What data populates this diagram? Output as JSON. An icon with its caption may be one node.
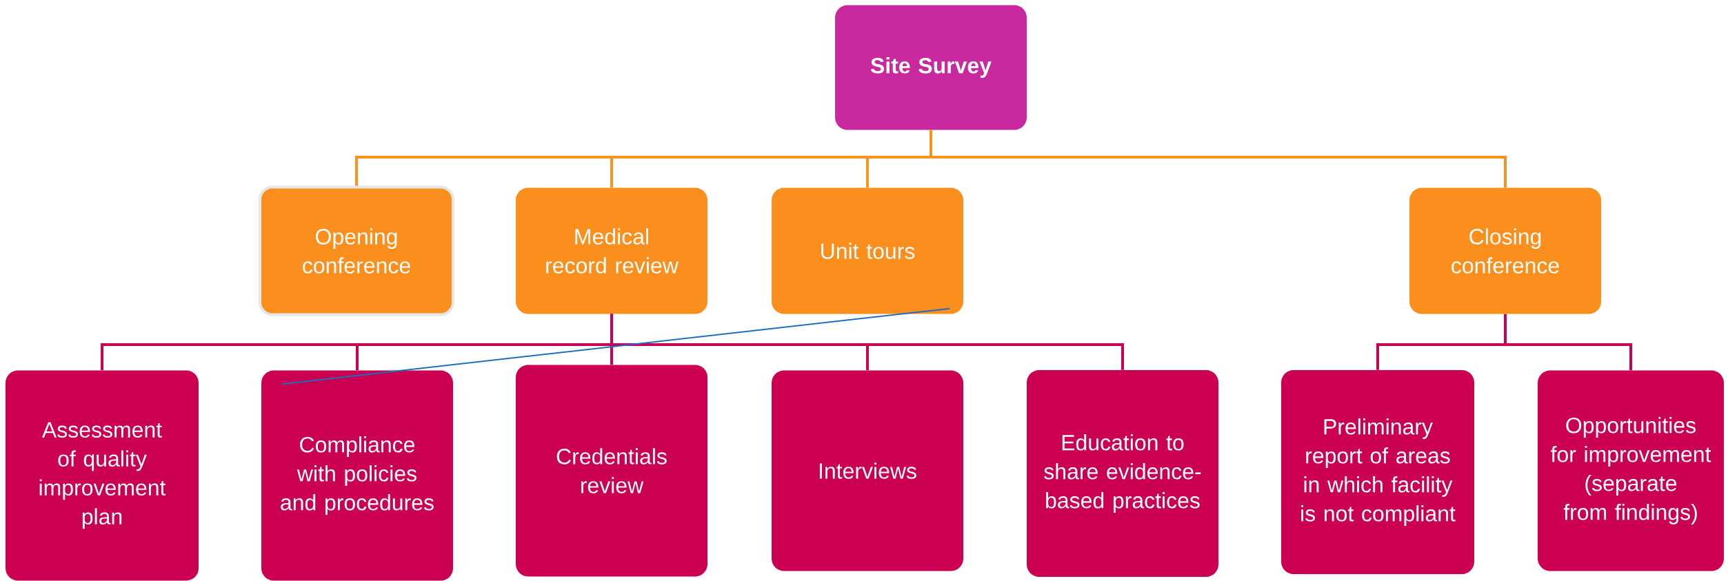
{
  "diagram": {
    "nodes": [
      {
        "text": [
          "Site Survey"
        ]
      },
      {
        "text": [
          "Opening conference"
        ]
      },
      {
        "text": [
          "Medical record review"
        ]
      },
      {
        "text": [
          "Unit tours"
        ]
      },
      {
        "text": [
          "Closing conference"
        ]
      },
      {
        "text": [
          "Assessment of quality improvement plan"
        ]
      },
      {
        "text": [
          "Compliance with policies and procedures"
        ]
      },
      {
        "text": [
          "Credentials review"
        ]
      },
      {
        "text": [
          "Interviews"
        ]
      },
      {
        "text": [
          "Education to share evidence-based practices"
        ]
      },
      {
        "text": [
          "Preliminary report of areas in which facility is not compliant"
        ]
      },
      {
        "text": [
          "Opportunities for improvement (separate from findings)"
        ]
      }
    ],
    "edges": [
      {
        "from": 0,
        "to": 1,
        "arrow": "none",
        "color": "#f7931e"
      },
      {
        "from": 0,
        "to": 2,
        "arrow": "none",
        "color": "#f7931e"
      },
      {
        "from": 0,
        "to": 3,
        "arrow": "none",
        "color": "#f7931e"
      },
      {
        "from": 0,
        "to": 4,
        "arrow": "none",
        "color": "#f7931e"
      },
      {
        "from": 2,
        "to": 5,
        "arrow": "none"
      },
      {
        "from": 2,
        "to": 6,
        "arrow": "none"
      },
      {
        "from": 2,
        "to": 7,
        "arrow": "none"
      },
      {
        "from": 2,
        "to": 8,
        "arrow": "none"
      },
      {
        "from": 2,
        "to": 9,
        "arrow": "none"
      },
      {
        "from": 4,
        "to": 10,
        "arrow": "none"
      },
      {
        "from": 4,
        "to": 11,
        "arrow": "none"
      },
      {
        "from": 3,
        "to": 6,
        "arrow": "none",
        "color": "#1a6fc0"
      }
    ]
  }
}
